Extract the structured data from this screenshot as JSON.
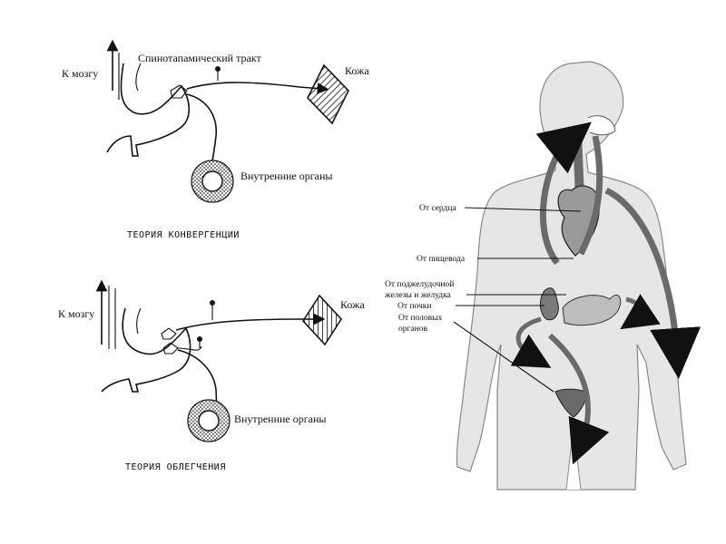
{
  "diagram1": {
    "tract_label": "Спинотапамический тракт",
    "brain_label": "К мозгу",
    "skin_label": "Кожа",
    "organs_label": "Внутренние органы",
    "caption": "ТЕОРИЯ КОНВЕРГЕНЦИИ"
  },
  "diagram2": {
    "brain_label": "К мозгу",
    "skin_label": "Кожа",
    "organs_label": "Внутренние органы",
    "caption": "ТЕОРИЯ ОБЛЕГЧЕНИЯ"
  },
  "body_figure": {
    "labels": [
      "От сердца",
      "От пищевода",
      "От поджелудочной",
      "железы и желудка",
      "От почки",
      "От половых",
      "органов"
    ]
  },
  "colors": {
    "ink": "#111111",
    "body_fill": "#e6e6e6",
    "organ_fill": "#bdbdbd",
    "arrow_fill": "#6a6a6a"
  }
}
